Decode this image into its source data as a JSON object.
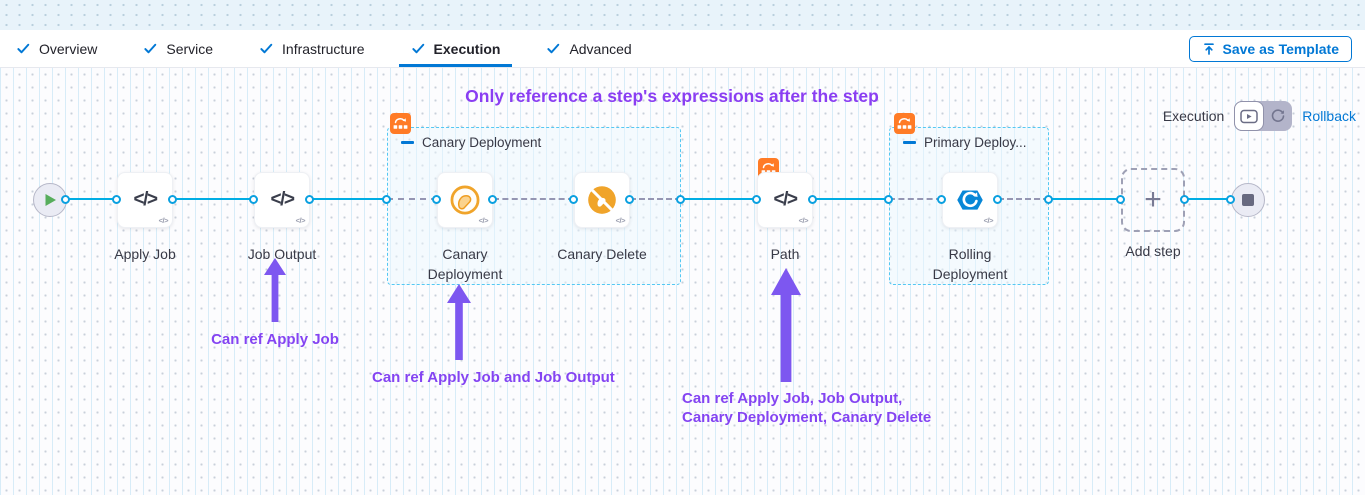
{
  "colors": {
    "accent_blue": "#0278d5",
    "flow_line_blue": "#00ade4",
    "group_border_blue": "#54c8f3",
    "annotation_purple": "#8444f2",
    "badge_orange": "#ff7b26",
    "canary_orange": "#f0a42a",
    "rolling_blue": "#0887d7",
    "start_green": "#57ad5c"
  },
  "tabs": {
    "items": [
      {
        "label": "Overview"
      },
      {
        "label": "Service"
      },
      {
        "label": "Infrastructure"
      },
      {
        "label": "Execution"
      },
      {
        "label": "Advanced"
      }
    ],
    "save_button_label": "Save as Template"
  },
  "canvas": {
    "heading": "Only reference a step's expressions after the step",
    "mode": {
      "label": "Execution",
      "link": "Rollback"
    },
    "groups": [
      {
        "label": "Canary Deployment"
      },
      {
        "label": "Primary Deploy..."
      }
    ],
    "steps": [
      {
        "label": "Apply Job",
        "icon": "code-icon"
      },
      {
        "label": "Job Output",
        "icon": "code-icon"
      },
      {
        "label": "Canary Deployment",
        "icon": "canary-icon"
      },
      {
        "label": "Canary Delete",
        "icon": "canary-delete-icon"
      },
      {
        "label": "Path",
        "icon": "code-icon"
      },
      {
        "label": "Rolling Deployment",
        "icon": "rolling-deployment-icon"
      }
    ],
    "add_step_label": "Add step",
    "annotations": [
      {
        "text": "Can ref Apply Job"
      },
      {
        "text": "Can ref Apply Job and Job Output"
      },
      {
        "text": "Can ref Apply Job, Job Output,\nCanary Deployment, Canary Delete"
      }
    ]
  }
}
